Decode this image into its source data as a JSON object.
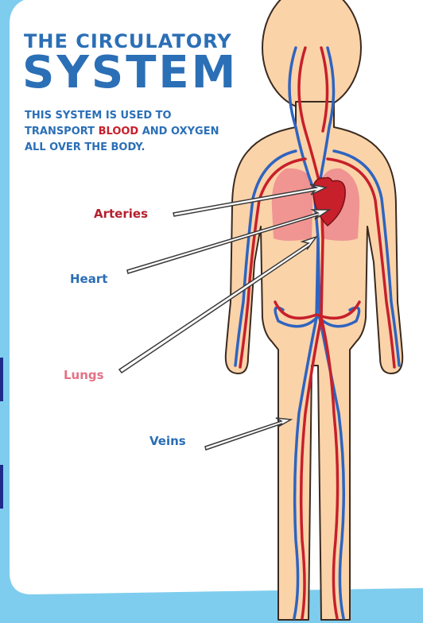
{
  "title": {
    "line1": "THE CIRCULATORY",
    "line2": "SYSTEM"
  },
  "description": {
    "text_before": "THIS SYSTEM IS USED TO",
    "text_transport": "TRANSPORT ",
    "text_highlight": "BLOOD",
    "text_after_highlight": " AND OXYGEN",
    "text_line3": "ALL OVER THE BODY."
  },
  "labels": {
    "arteries": "Arteries",
    "heart": "Heart",
    "lungs": "Lungs",
    "veins": "Veins"
  },
  "colors": {
    "title_blue": "#2b6fb6",
    "highlight_red": "#c81e2b",
    "label_blue": "#2a6db5",
    "label_red": "#b4202d",
    "label_pink": "#e47285",
    "background_blue": "#7fcdee",
    "panel": "#ffffff",
    "skin": "#fbd3a9",
    "skin_outline": "#3a2a1f",
    "lungs": "#ee8a8f",
    "artery": "#c7202b",
    "vein": "#2e64c0"
  }
}
